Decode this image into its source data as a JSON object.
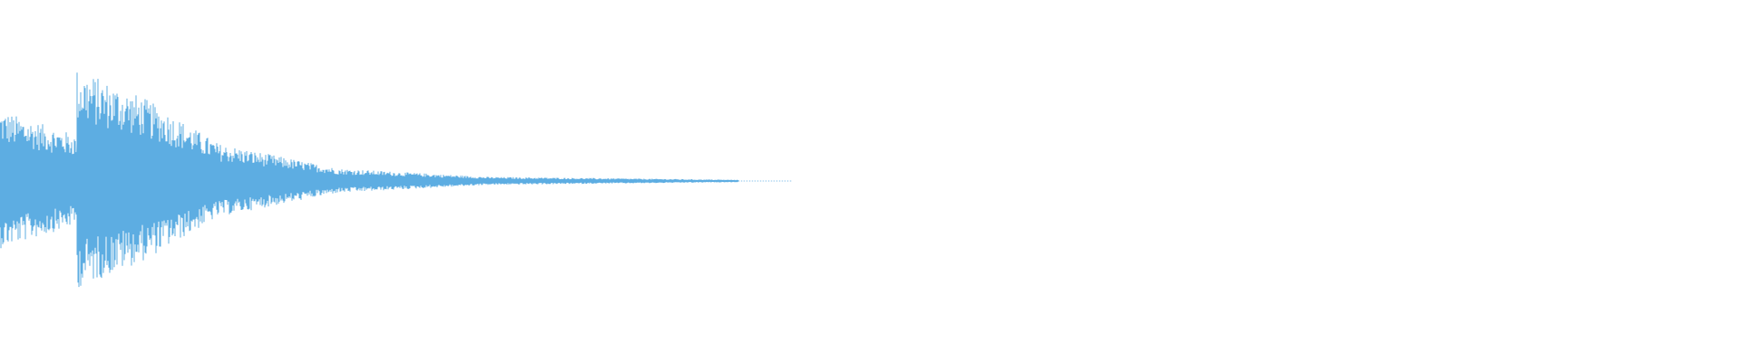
{
  "waveform": {
    "color": "#5dade2",
    "background": "#ffffff",
    "description_of_envelope": null,
    "segments": [
      {
        "amplitude_start": 0.17,
        "amplitude_end": 0.11,
        "duration_fraction": 0.052
      },
      {
        "amplitude_start": 0.27,
        "amplitude_end": 0.2,
        "duration_fraction": 0.045
      },
      {
        "amplitude_start": 0.2,
        "amplitude_end": 0.09,
        "duration_fraction": 0.05
      },
      {
        "amplitude_start": 0.09,
        "amplitude_end": 0.03,
        "duration_fraction": 0.08
      },
      {
        "amplitude_start": 0.03,
        "amplitude_end": 0.01,
        "duration_fraction": 0.1
      },
      {
        "amplitude_start": 0.01,
        "amplitude_end": 0.003,
        "duration_fraction": 0.17
      }
    ],
    "active_fraction": 0.5
  }
}
